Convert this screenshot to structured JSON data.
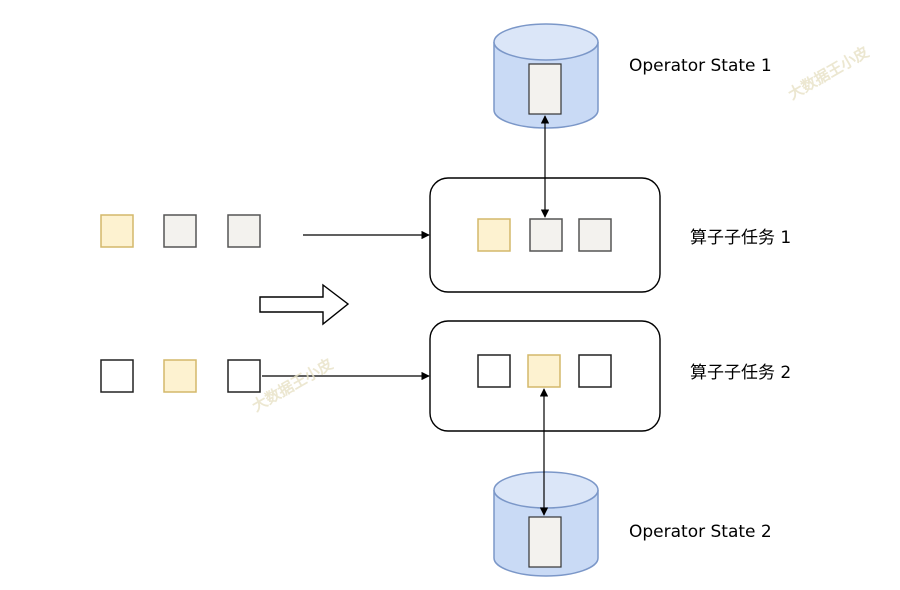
{
  "labels": {
    "state_1": "Operator State 1",
    "state_2": "Operator State 2",
    "subtask_1": "算子子任务 1",
    "subtask_2": "算子子任务 2"
  },
  "watermark": "大数据王小皮",
  "colors": {
    "db_fill": "#c9daf5",
    "db_top": "#dbe6f8",
    "db_stroke": "#7b97c8",
    "yellow_fill": "#fdf2d0",
    "yellow_stroke": "#d4b86a",
    "gray_fill": "#f3f2ee",
    "gray_stroke": "#666666",
    "white_fill": "#ffffff",
    "line": "#000000"
  }
}
